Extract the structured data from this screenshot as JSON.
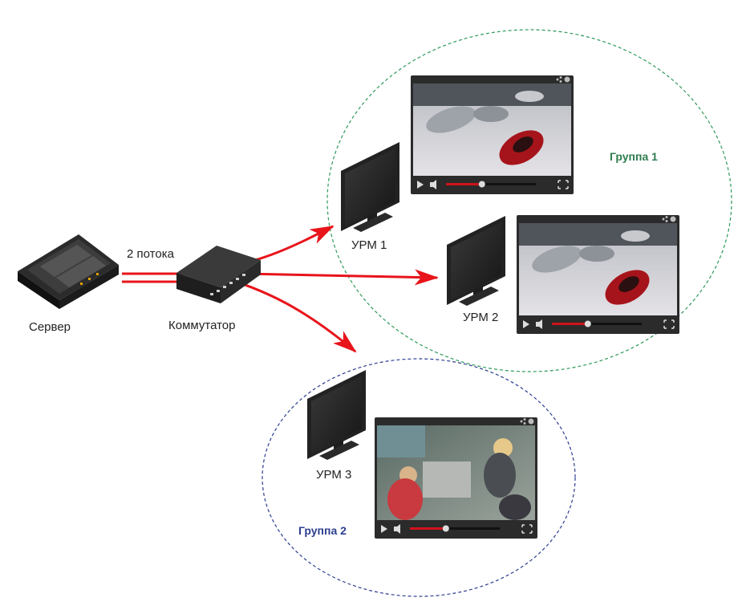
{
  "labels": {
    "server": "Сервер",
    "switch": "Коммутатор",
    "streams": "2 потока",
    "urm1": "УРМ 1",
    "urm2": "УРМ 2",
    "urm3": "УРМ 3",
    "group1": "Группа 1",
    "group2": "Группа 2"
  },
  "colors": {
    "stream_line": "#e8141b",
    "group1_border": "#2e9a5a",
    "group1_text": "#2e7d4f",
    "group2_border": "#2c3e8f",
    "group2_text": "#2c3e8f",
    "player_progress": "#d0121a"
  },
  "icons": {
    "server": "server-icon",
    "switch": "network-switch-icon",
    "monitor": "monitor-icon",
    "play": "play-icon",
    "volume": "volume-icon",
    "fullscreen": "fullscreen-icon",
    "share": "share-icon",
    "info": "info-icon"
  },
  "players": [
    {
      "name": "player-1",
      "scene": "parking-lot",
      "progress": 0.4
    },
    {
      "name": "player-2",
      "scene": "parking-lot",
      "progress": 0.4
    },
    {
      "name": "player-3",
      "scene": "checkpoint",
      "progress": 0.4
    }
  ]
}
